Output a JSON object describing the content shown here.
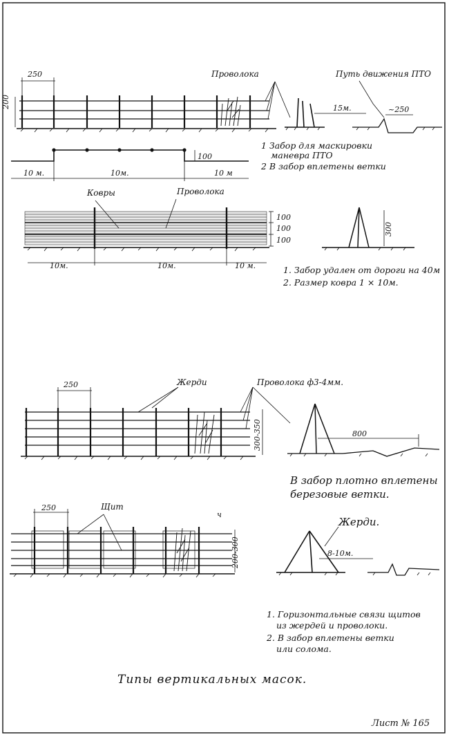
{
  "panel1": {
    "dim_spacing": "250",
    "dim_height": "200",
    "wire_label": "Проволока",
    "road_label": "Путь движения ПТО",
    "dim_distance": "15м.",
    "dim_ditch": "~250",
    "dim_offset": "100",
    "plan_left": "10 м.",
    "plan_mid": "10м.",
    "plan_right": "10 м",
    "notes": [
      "1 Забор для маскировки",
      "маневра ПТО",
      "2 В забор вплетены ветки"
    ]
  },
  "panel2": {
    "mats_label": "Ковры",
    "wire_label": "Проволока",
    "dim_layers": [
      "100",
      "100",
      "100"
    ],
    "dim_height": "300",
    "dim_left": "10м.",
    "dim_mid": "10м.",
    "dim_right": "10 м.",
    "notes": [
      "1. Забор удален от дороги на 40м",
      "2. Размер ковра 1 × 10м."
    ]
  },
  "panel3": {
    "dim_spacing": "250",
    "poles_label": "Жерди",
    "wire_label": "Проволока ф3-4мм.",
    "dim_height": "300-350",
    "dim_distance": "800",
    "notes": [
      "В забор плотно вплетены",
      "березовые ветки."
    ]
  },
  "panel4": {
    "dim_spacing": "250",
    "shield_label": "Щит",
    "stray_mark": "ч",
    "dim_height": "200-300",
    "poles_label": "Жерди.",
    "dim_distance": "8-10м.",
    "notes": [
      "1. Горизонтальные связи щитов",
      "из жердей и проволоки.",
      "2. В забор вплетены ветки",
      "или солома."
    ]
  },
  "sheet": {
    "title": "Типы вертикальных масок.",
    "number": "Лист № 165"
  }
}
